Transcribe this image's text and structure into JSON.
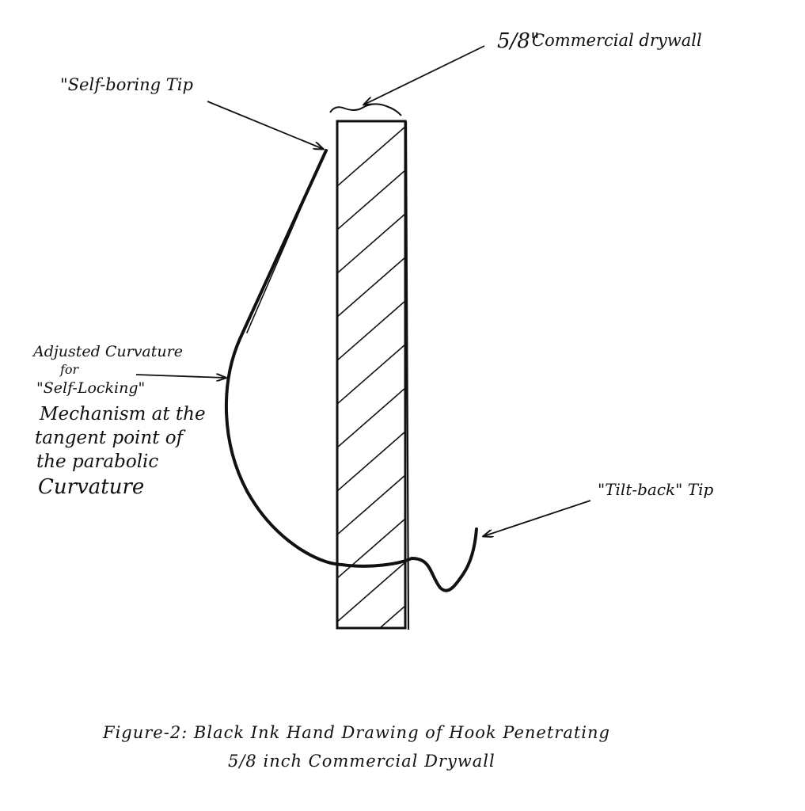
{
  "labels": {
    "drywall_fraction": "5/8\"",
    "drywall_text": "Commercial drywall",
    "self_boring": "\"Self-boring Tip",
    "curvature_lines": [
      "Adjusted Curvature",
      "for",
      "\"Self-Locking\"",
      "Mechanism at the",
      "tangent point of",
      "the parabolic",
      "Curvature"
    ],
    "tilt_back": "\"Tilt-back\" Tip"
  },
  "caption": {
    "line1": "Figure-2: Black Ink Hand Drawing of Hook Penetrating",
    "line2": "5/8 inch Commercial Drywall"
  },
  "colors": {
    "ink": "#111111",
    "background": "#ffffff"
  }
}
